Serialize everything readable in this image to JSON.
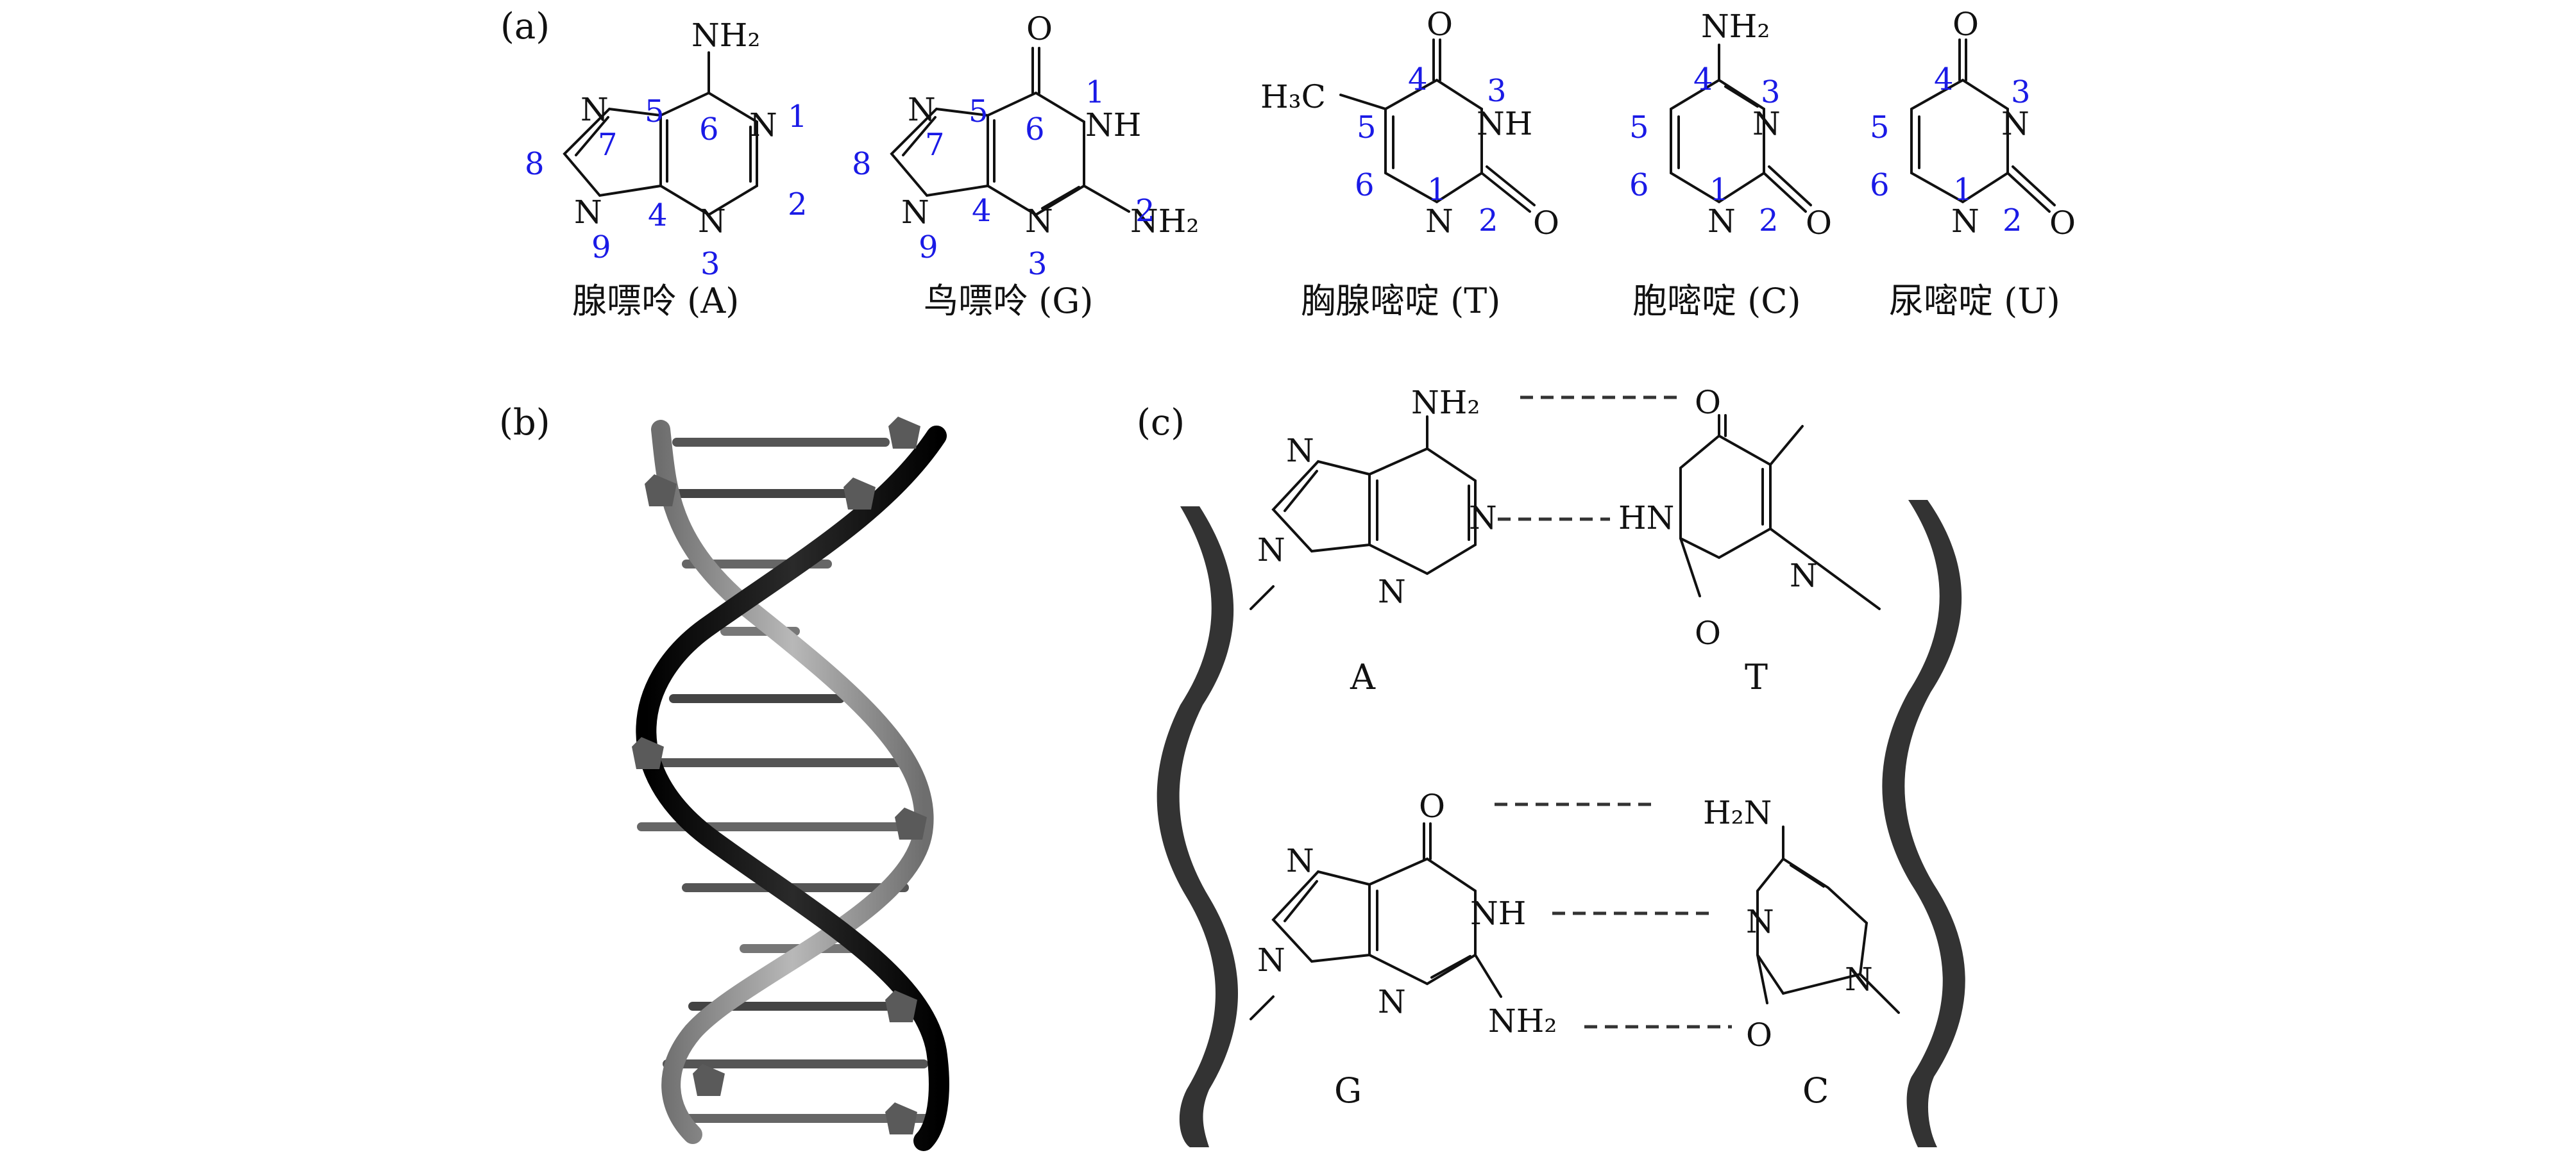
{
  "panels": {
    "a": "(a)",
    "b": "(b)",
    "c": "(c)"
  },
  "bases": {
    "adenine": {
      "caption": "腺嘌呤 (A)",
      "atoms": {
        "nh2": "NH₂",
        "n1": "N",
        "n3": "N",
        "n7": "N",
        "n9": "N"
      },
      "positions": [
        "1",
        "2",
        "3",
        "4",
        "5",
        "6",
        "7",
        "8",
        "9"
      ]
    },
    "guanine": {
      "caption": "鸟嘌呤 (G)",
      "atoms": {
        "o": "O",
        "nh": "NH",
        "nh2": "NH₂",
        "n3": "N",
        "n7": "N",
        "n9": "N"
      },
      "positions": [
        "1",
        "2",
        "3",
        "4",
        "5",
        "6",
        "7",
        "8",
        "9"
      ]
    },
    "thymine": {
      "caption": "胸腺嘧啶 (T)",
      "atoms": {
        "ch3": "H₃C",
        "o4": "O",
        "nh": "NH",
        "o2": "O",
        "n1": "N"
      },
      "positions": [
        "1",
        "2",
        "3",
        "4",
        "5",
        "6"
      ]
    },
    "cytosine": {
      "caption": "胞嘧啶 (C)",
      "atoms": {
        "nh2": "NH₂",
        "n3": "N",
        "o2": "O",
        "n1": "N"
      },
      "positions": [
        "1",
        "2",
        "3",
        "4",
        "5",
        "6"
      ]
    },
    "uracil": {
      "caption": "尿嘧啶 (U)",
      "atoms": {
        "o4": "O",
        "n3": "N",
        "o2": "O",
        "n1": "N"
      },
      "positions": [
        "1",
        "2",
        "3",
        "4",
        "5",
        "6"
      ]
    }
  },
  "pairs": {
    "at": {
      "a_label": "A",
      "t_label": "T",
      "a_atoms": {
        "nh2": "NH₂",
        "n1": "N",
        "n3": "N",
        "n7": "N",
        "n9": "N"
      },
      "t_atoms": {
        "o4": "O",
        "hn": "HN",
        "o2": "O",
        "n1": "N"
      }
    },
    "gc": {
      "g_label": "G",
      "c_label": "C",
      "g_atoms": {
        "o": "O",
        "nh": "NH",
        "nh2": "NH₂",
        "n3": "N",
        "n7": "N",
        "n9": "N"
      },
      "c_atoms": {
        "h2n": "H₂N",
        "n3": "N",
        "o2": "O",
        "n1": "N"
      }
    }
  }
}
